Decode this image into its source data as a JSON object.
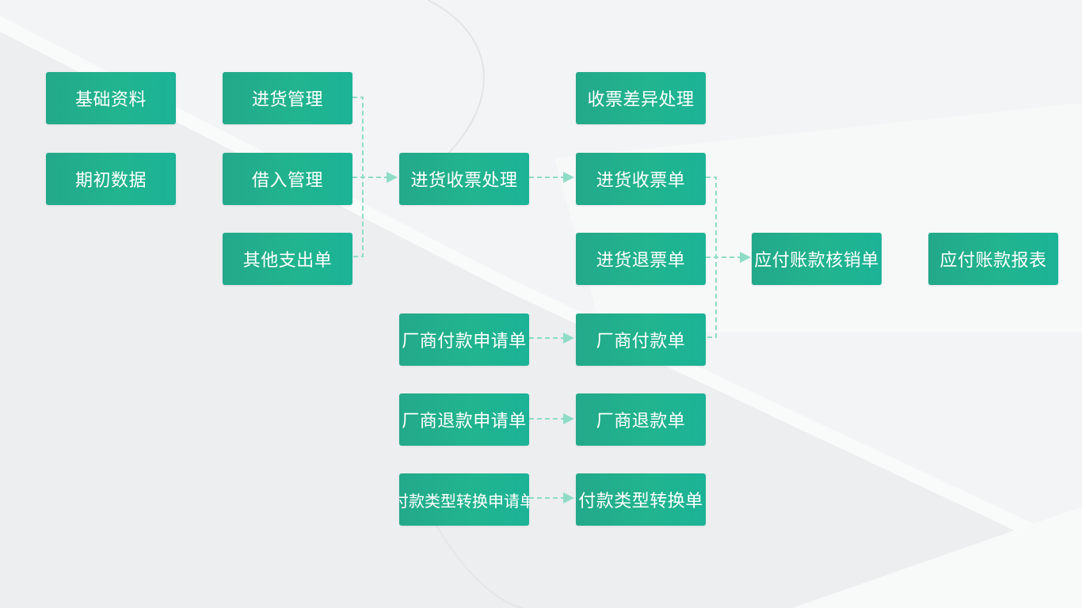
{
  "colors": {
    "node_fill": "#22ad8c",
    "node_text": "#ffffff",
    "connector": "#8fdcc6"
  },
  "nodes": {
    "basic_data": "基础资料",
    "initial_data": "期初数据",
    "purchase_mgmt": "进货管理",
    "borrow_mgmt": "借入管理",
    "other_expense": "其他支出单",
    "purchase_invoice_proc": "进货收票处理",
    "invoice_diff_proc": "收票差异处理",
    "purchase_invoice": "进货收票单",
    "purchase_return_invoice": "进货退票单",
    "vendor_payment": "厂商付款单",
    "vendor_payment_req": "厂商付款申请单",
    "vendor_refund_req": "厂商退款申请单",
    "vendor_refund": "厂商退款单",
    "payment_type_conv_req": "付款类型转换申请单",
    "payment_type_conv": "付款类型转换单",
    "ap_writeoff": "应付账款核销单",
    "ap_report": "应付账款报表"
  }
}
